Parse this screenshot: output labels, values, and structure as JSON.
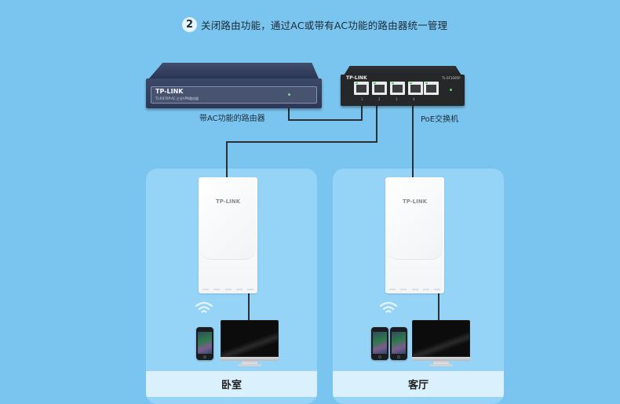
{
  "header": {
    "step_number": "2",
    "title": "关闭路由功能，通过AC或带有AC功能的路由器统一管理"
  },
  "devices": {
    "router": {
      "brand": "TP-LINK",
      "model_text": "TL-R470P-AC  企业VPN路由器",
      "label": "带AC功能的路由器",
      "icon": "router-icon"
    },
    "switch": {
      "brand": "TP-LINK",
      "model_text": "TL-SF1005P",
      "label": "PoE交换机",
      "port_numbers": [
        "1",
        "2",
        "3",
        "4"
      ],
      "icon": "poe-switch-icon"
    },
    "access_points": [
      {
        "brand": "TP-LINK",
        "icon": "access-point-icon"
      },
      {
        "brand": "TP-LINK",
        "icon": "access-point-icon"
      }
    ]
  },
  "rooms": [
    {
      "label": "卧室",
      "phones": 1,
      "monitors": 1
    },
    {
      "label": "客厅",
      "phones": 2,
      "monitors": 1
    }
  ],
  "colors": {
    "background": "#7ac5ef",
    "room_card": "#96d4f7",
    "room_label_bg": "#dbf0fd",
    "cable": "#2c2f33"
  }
}
